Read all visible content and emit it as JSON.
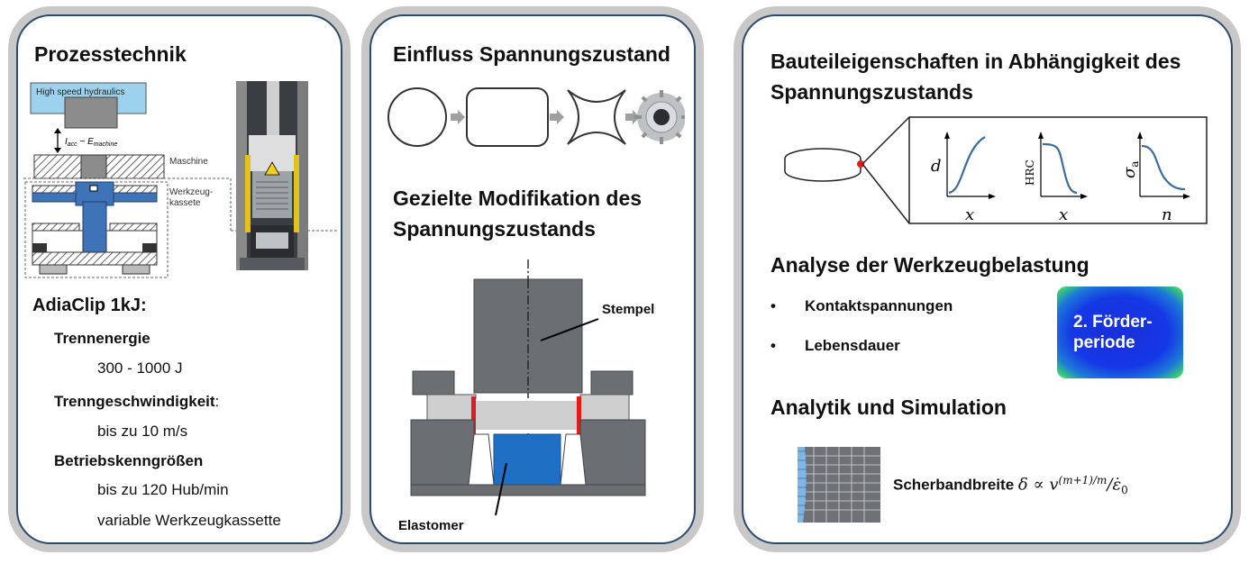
{
  "panel1": {
    "title": "Prozesstechnik",
    "figure": {
      "hydraulics_label": "High speed hydraulics",
      "formula_i": "I",
      "formula_acc": "acc",
      "formula_sim": " ~ E",
      "formula_machine": "machine",
      "maschine_label": "Maschine",
      "werkzeug_label_1": "Werkzeug-",
      "werkzeug_label_2": "kassete"
    },
    "subtitle": "AdiaClip 1kJ:",
    "items": [
      {
        "label": "Trennenergie",
        "suffix": "",
        "value": "300 - 1000 J"
      },
      {
        "label": "Trenngeschwindigkeit",
        "suffix": ":",
        "value": "bis zu 10 m/s"
      },
      {
        "label": "Betriebskenngrößen",
        "suffix": "",
        "value": "bis zu 120 Hub/min",
        "value2": "variable Werkzeugkassette"
      }
    ]
  },
  "panel2": {
    "title": "Einfluss Spannungszustand",
    "subtitle_line1": "Gezielte Modifikation des",
    "subtitle_line2": "Spannungszustands",
    "stempel_label": "Stempel",
    "elastomer_label": "Elastomer"
  },
  "panel3": {
    "title_line1": "Bauteileigenschaften in Abhängigkeit des",
    "title_line2": "Spannungszustands",
    "plots": [
      {
        "ylabel": "d",
        "xlabel": "x"
      },
      {
        "ylabel": "HRC",
        "xlabel": "x"
      },
      {
        "ylabel": "σ",
        "ylabel_sub": "a",
        "xlabel": "n"
      }
    ],
    "section2_title": "Analyse der Werkzeugbelastung",
    "bullets": [
      "Kontaktspannungen",
      "Lebensdauer"
    ],
    "badge_line1": "2. Förder-",
    "badge_line2": "periode",
    "section3_title": "Analytik und Simulation",
    "formula_text": "Scherbandbreite",
    "formula_math": "δ ∝ v",
    "formula_exp": "(m+1)/m",
    "formula_tail": "/ε̇",
    "formula_tail_sub": "0"
  },
  "colors": {
    "panel_border": "#2e4a6b",
    "panel_shadow": "#c8c8c8",
    "tool_gray": "#6b6e72",
    "light_gray": "#cfcfcf",
    "blue": "#1f6fc4",
    "red": "#e31b1b",
    "curve": "#3d6d9c"
  }
}
